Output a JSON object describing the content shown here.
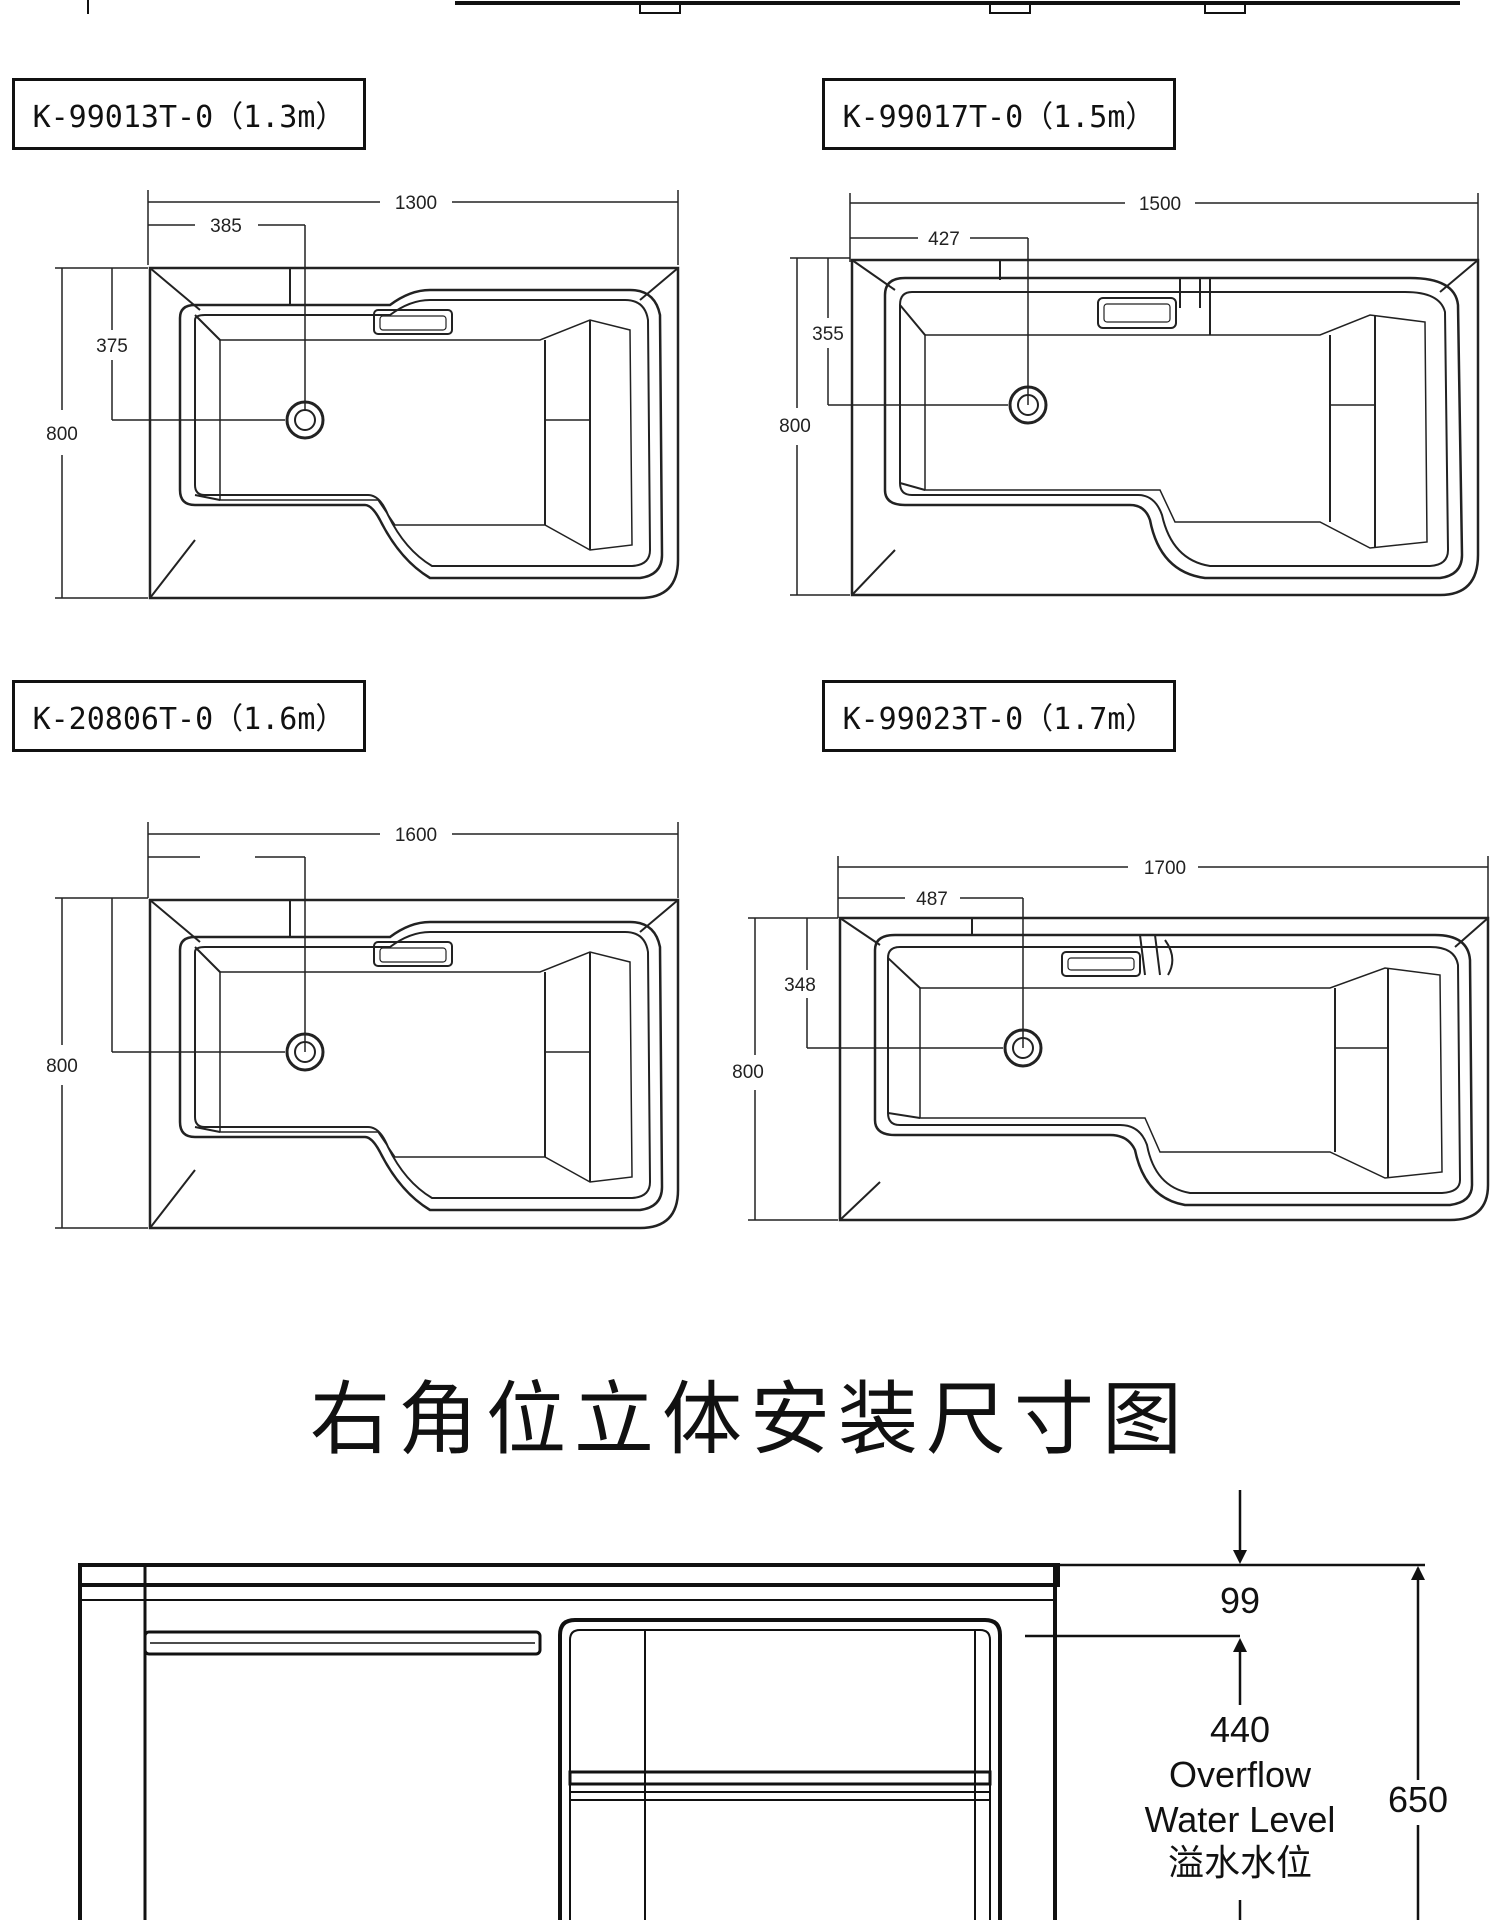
{
  "models": [
    {
      "code": "K-99013T-0（1.3m）",
      "length": "1300",
      "drain_offset": "385",
      "drain_depth": "375",
      "width": "800"
    },
    {
      "code": "K-99017T-0（1.5m）",
      "length": "1500",
      "drain_offset": "427",
      "drain_depth": "355",
      "width": "800"
    },
    {
      "code": "K-20806T-0（1.6m）",
      "length": "1600",
      "drain_offset": "",
      "drain_depth": "",
      "width": "800"
    },
    {
      "code": "K-99023T-0（1.7m）",
      "length": "1700",
      "drain_offset": "487",
      "drain_depth": "348",
      "width": "800"
    }
  ],
  "section_title": "右角位立体安装尺寸图",
  "side_view": {
    "rim": "99",
    "overflow_value": "440",
    "overflow_line1": "Overflow",
    "overflow_line2": "Water Level",
    "overflow_cn": "溢水水位",
    "total_height": "650"
  }
}
